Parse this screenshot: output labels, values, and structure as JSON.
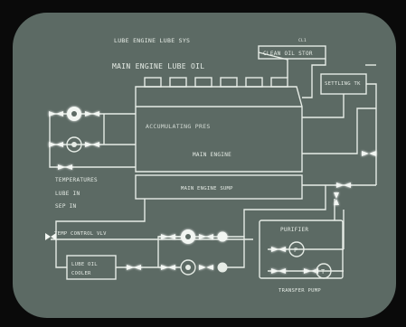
{
  "screen": {
    "title": "LUBE  ENGINE LUBE SYS",
    "system_title": "MAIN ENGINE LUBE OIL",
    "screen_bg": "#5c6a64",
    "bezel_bg": "#0a0a0a",
    "line_color": "#e6ece6"
  },
  "labels": {
    "clean_oil_stor": "CLEAN OIL STOR",
    "clean_oil_stor_tag": "CL1",
    "settling_tank": "SETTLING TK",
    "main_engine": "MAIN ENGINE",
    "main_engine_sump": "MAIN ENGINE SUMP",
    "alarm_text": "ACCUMULATING PRES",
    "temperatures_header": "TEMPERATURES",
    "temp_line_1": "LUBE IN",
    "temp_line_2": "SEP IN",
    "temp_control_valve": "TEMP CONTROL VLV",
    "lube_oil_cooler_line_1": "LUBE OIL",
    "lube_oil_cooler_line_2": "COOLER",
    "purifier": "PURIFIER",
    "purifier_symbol": "P",
    "transfer_pump": "TRANSFER PUMP",
    "transfer_pump_symbol": "T"
  },
  "icons": {
    "valve": "bowtie-valve-icon",
    "pump": "pump-icon",
    "purifier": "purifier-icon",
    "filter": "filter-icon"
  }
}
